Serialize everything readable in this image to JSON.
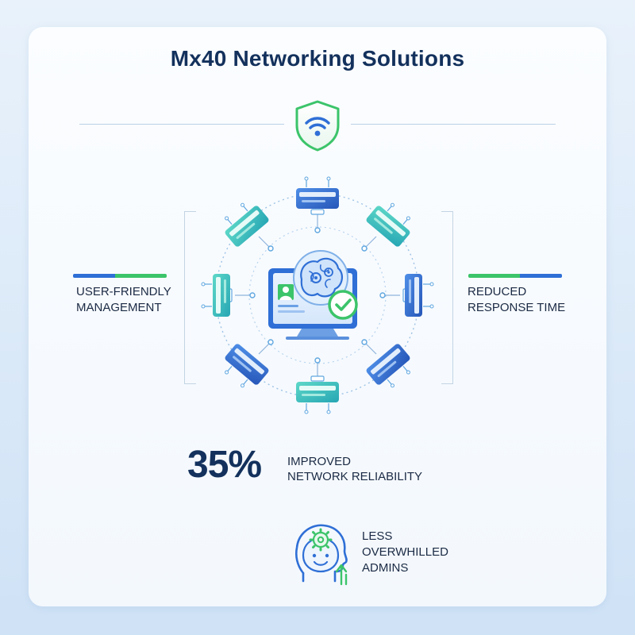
{
  "title": "Mx40 Networking Solutions",
  "left_feature": {
    "line1": "USER-FRIENDLY",
    "line2": "MANAGEMENT"
  },
  "right_feature": {
    "line1": "REDUCED",
    "line2": "RESPONSE TIME"
  },
  "stat": {
    "value": "35%",
    "line1": "IMPROVED",
    "line2": "NETWORK RELIABILITY"
  },
  "admins": {
    "line1": "LESS",
    "line2": "OVERWHILLED",
    "line3": "ADMINS"
  },
  "icons": {
    "top": "wifi-shield-icon",
    "center": "ai-brain-monitor-icon",
    "devices": "network-switch-icon",
    "bottom": "admin-head-gear-icon"
  },
  "colors": {
    "navy": "#13315c",
    "blue": "#2f6fd6",
    "teal": "#2cb9b0",
    "green": "#3cc46a",
    "pale_blue": "#bcd2e6"
  }
}
